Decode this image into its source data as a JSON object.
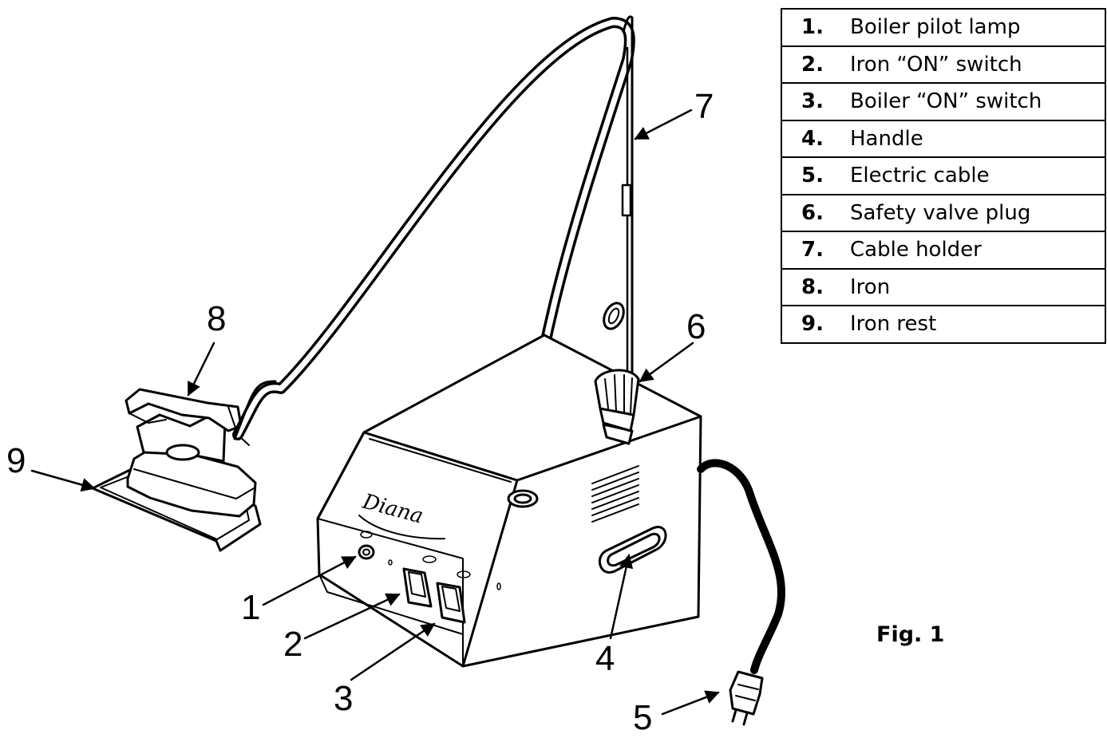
{
  "legend": [
    {
      "num": "1.",
      "label": "Boiler pilot lamp"
    },
    {
      "num": "2.",
      "label": "Iron “ON” switch"
    },
    {
      "num": "3.",
      "label": "Boiler “ON” switch"
    },
    {
      "num": "4.",
      "label": "Handle"
    },
    {
      "num": "5.",
      "label": "Electric cable"
    },
    {
      "num": "6.",
      "label": "Safety valve plug"
    },
    {
      "num": "7.",
      "label": "Cable holder"
    },
    {
      "num": "8.",
      "label": "Iron"
    },
    {
      "num": "9.",
      "label": "Iron rest"
    }
  ],
  "callouts": {
    "c1": "1",
    "c2": "2",
    "c3": "3",
    "c4": "4",
    "c5": "5",
    "c6": "6",
    "c7": "7",
    "c8": "8",
    "c9": "9"
  },
  "brand_logo": "Diana",
  "caption": "Fig. 1"
}
